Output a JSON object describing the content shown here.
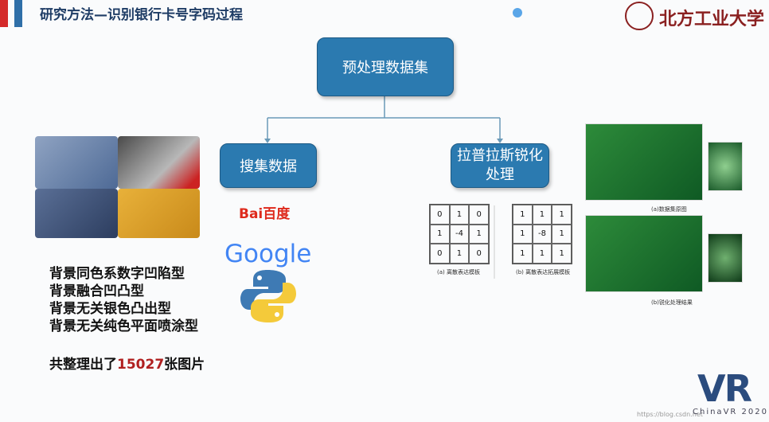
{
  "header": {
    "title": "研究方法—识别银行卡号字码过程",
    "logo_text": "北方工业大学"
  },
  "flowchart": {
    "root": "预处理数据集",
    "left": "搜集数据",
    "right": "拉普拉斯锐化处理"
  },
  "sources": {
    "baidu": "Bai百度",
    "google": "Google",
    "python_icon": "python-logo-icon"
  },
  "card_types": [
    "背景同色系数字凹陷型",
    "背景融合凹凸型",
    "背景无关银色凸出型",
    "背景无关纯色平面喷涂型"
  ],
  "summary": {
    "prefix": "共整理出了",
    "count": "15027",
    "suffix": "张图片"
  },
  "kernels": [
    {
      "values": [
        "0",
        "1",
        "0",
        "1",
        "-4",
        "1",
        "0",
        "1",
        "0"
      ],
      "caption": "(a) 离散表达模板"
    },
    {
      "values": [
        "1",
        "1",
        "1",
        "1",
        "-8",
        "1",
        "1",
        "1",
        "1"
      ],
      "caption": "(b) 离散表达拓展模板"
    }
  ],
  "result_images": [
    {
      "caption": "(a)数据集原图"
    },
    {
      "caption": "(b)锐化处理结果"
    }
  ],
  "branding": {
    "vr": "VR",
    "vr_sub": "ChinaVR 2020",
    "watermark": "https://blog.csdn.net"
  },
  "colors": {
    "box": "#2b7ab0",
    "accent_red": "#d42a2a",
    "accent_blue": "#2f6fa8",
    "count_red": "#b02020"
  }
}
